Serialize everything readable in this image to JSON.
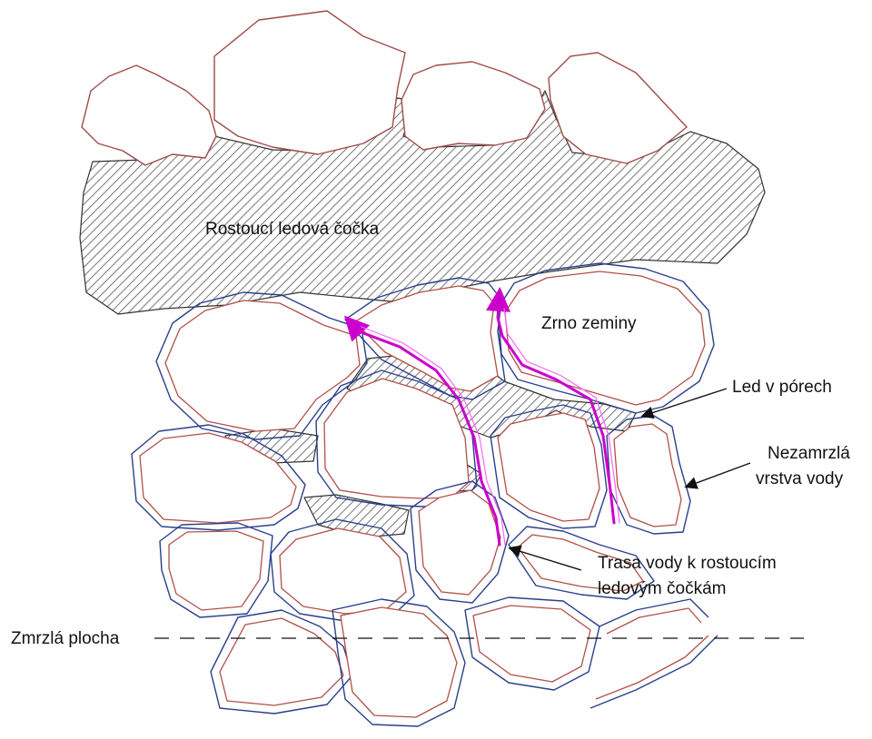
{
  "labels": {
    "ice_lens": "Rostoucí ledová čočka",
    "soil_grain": "Zrno zeminy",
    "pore_ice": "Led v pórech",
    "unfrozen_water_line1": "Nezamrzlá",
    "unfrozen_water_line2": "vrstva vody",
    "water_route_line1": "Trasa vody k rostoucím",
    "water_route_line2": "ledovým čočkám",
    "frozen_plane": "Zmrzlá plocha"
  },
  "colors": {
    "grain_outline": "#b0504a",
    "water_film_outline": "#2b3f8c",
    "water_route": "#cc00cc",
    "hatch": "#555555"
  }
}
